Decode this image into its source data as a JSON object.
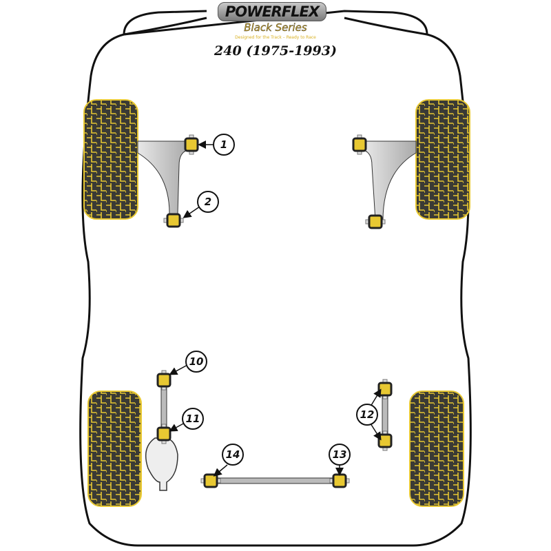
{
  "brand": {
    "logo": "POWERFLEX",
    "series": "Black Series",
    "tagline": "Designed for the Track – Ready to Race"
  },
  "title": "240 (1975-1993)",
  "colors": {
    "tire_fill": "#3a3a35",
    "tire_tread": "#e8c832",
    "bushing": "#e8c832",
    "arm": "#cfcfcf"
  },
  "callouts": [
    {
      "id": "1",
      "label": "1"
    },
    {
      "id": "2",
      "label": "2"
    },
    {
      "id": "10",
      "label": "10"
    },
    {
      "id": "11",
      "label": "11"
    },
    {
      "id": "12",
      "label": "12"
    },
    {
      "id": "13",
      "label": "13"
    },
    {
      "id": "14",
      "label": "14"
    }
  ]
}
